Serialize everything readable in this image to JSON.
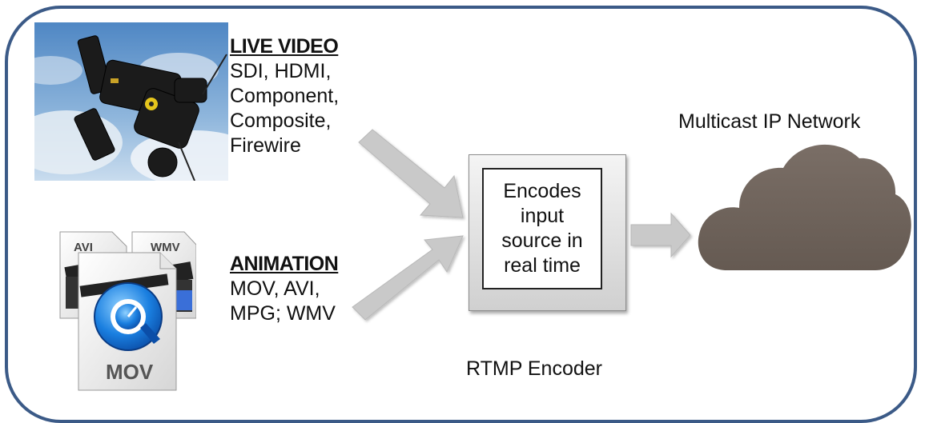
{
  "live_video": {
    "heading": "LIVE VIDEO",
    "lines": [
      "SDI, HDMI,",
      "Component,",
      "Composite,",
      "Firewire"
    ]
  },
  "animation": {
    "heading": "ANIMATION",
    "lines": [
      "MOV, AVI,",
      "MPG; WMV"
    ]
  },
  "encoder": {
    "lines": [
      "Encodes",
      "input",
      "source in",
      "real time"
    ],
    "caption": "RTMP Encoder"
  },
  "network": {
    "caption": "Multicast IP Network"
  },
  "file_icons": {
    "labels": [
      "AVI",
      "WMV",
      "MOV"
    ]
  },
  "colors": {
    "frame_border": "#3b5a87",
    "arrow": "#c9c9c9",
    "cloud": "#6e625a",
    "quicktime_blue": "#1a7fe0"
  }
}
